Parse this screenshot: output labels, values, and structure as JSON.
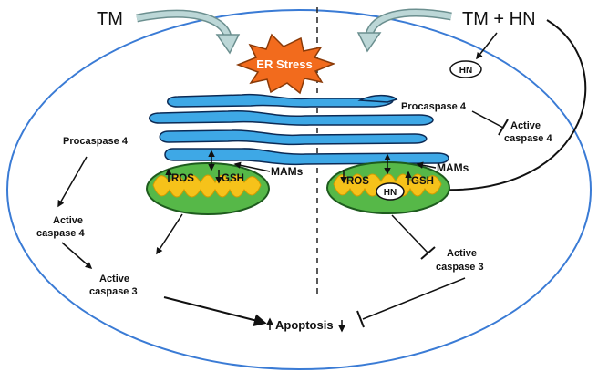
{
  "diagram": {
    "treatment_left": "TM",
    "treatment_right": "TM + HN",
    "er_stress": "ER Stress",
    "hn_badge": "HN",
    "left": {
      "procaspase": "Procaspase 4",
      "active_caspase4_line1": "Active",
      "active_caspase4_line2": "caspase 4",
      "active_caspase3_line1": "Active",
      "active_caspase3_line2": "caspase 3",
      "mams": "MAMs",
      "ros": "ROS",
      "gsh": "GSH"
    },
    "right": {
      "procaspase": "Procaspase 4",
      "active_caspase4_line1": "Active",
      "active_caspase4_line2": "caspase 4",
      "active_caspase3_line1": "Active",
      "active_caspase3_line2": "caspase 3",
      "mams": "MAMs",
      "ros": "ROS",
      "gsh": "GSH",
      "hn_in_mito": "HN"
    },
    "apoptosis": "Apoptosis",
    "colors": {
      "cell_outline": "#3a7bd5",
      "er": "#3ea8e6",
      "er_outline": "#0b2a55",
      "mito_outer": "#56b848",
      "mito_inner": "#f6c21a",
      "burst": "#f26b1d",
      "hollow_arrow": "#9fc0c0"
    }
  }
}
